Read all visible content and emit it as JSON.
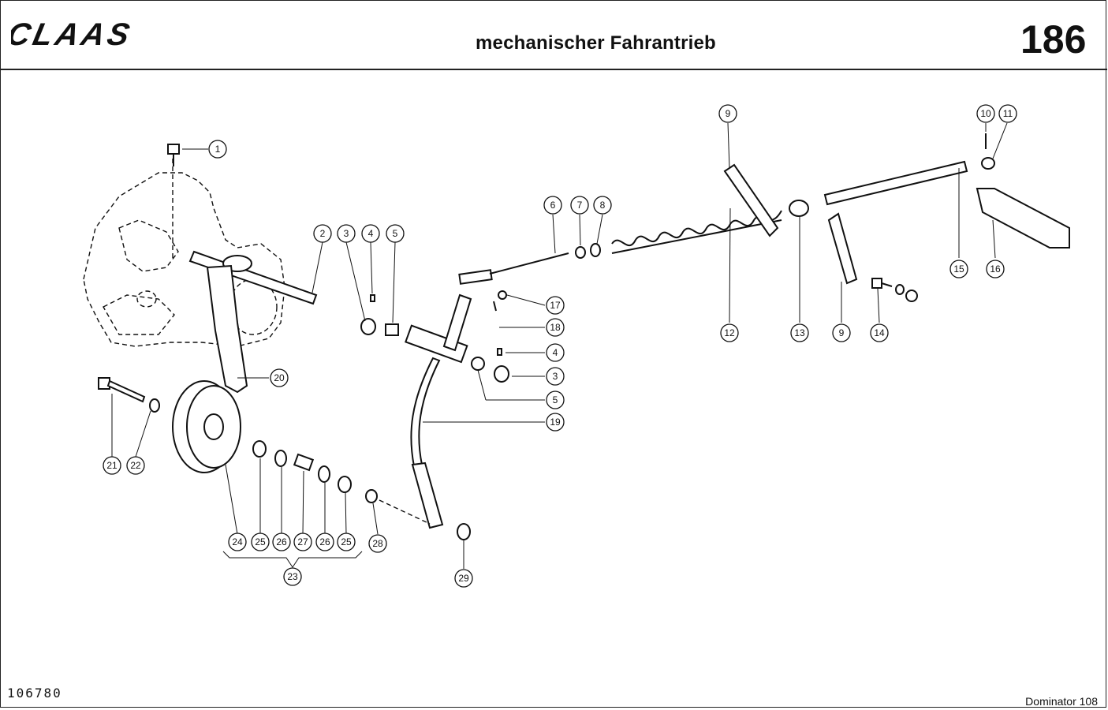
{
  "header": {
    "brand": "CLAAS",
    "title": "mechanischer Fahrantrieb",
    "page_number": "186"
  },
  "footer": {
    "drawing_number": "106780",
    "model": "Dominator 108"
  },
  "callouts": [
    "1",
    "2",
    "3",
    "4",
    "5",
    "6",
    "7",
    "8",
    "9",
    "10",
    "11",
    "12",
    "13",
    "9",
    "14",
    "15",
    "16",
    "17",
    "18",
    "4",
    "3",
    "5",
    "19",
    "20",
    "21",
    "22",
    "24",
    "25",
    "26",
    "27",
    "26",
    "25",
    "28",
    "23",
    "29"
  ]
}
